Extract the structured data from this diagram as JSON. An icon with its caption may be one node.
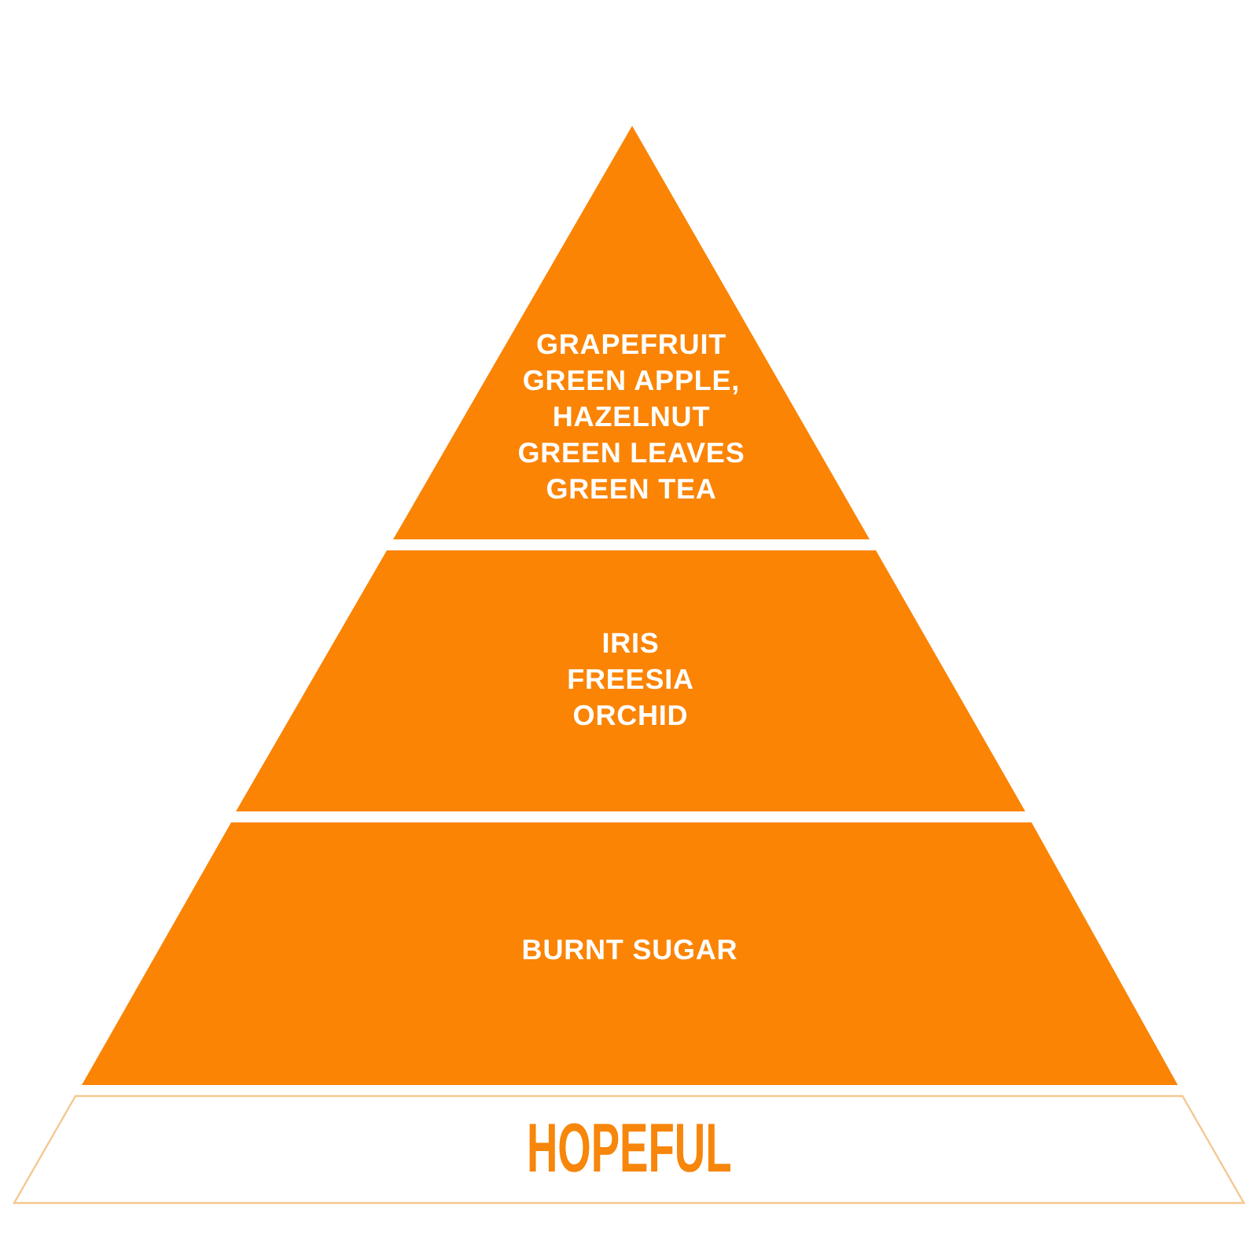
{
  "diagram": {
    "nodes": [
      {
        "text": [
          "GRAPEFRUIT",
          "GREEN APPLE, HAZELNUT",
          "GREEN LEAVES",
          "GREEN TEA"
        ]
      },
      {
        "text": [
          "IRIS",
          "FREESIA",
          "ORCHID"
        ]
      },
      {
        "text": [
          "BURNT SUGAR"
        ]
      },
      {
        "text": [
          "HOPEFUL"
        ]
      }
    ]
  }
}
